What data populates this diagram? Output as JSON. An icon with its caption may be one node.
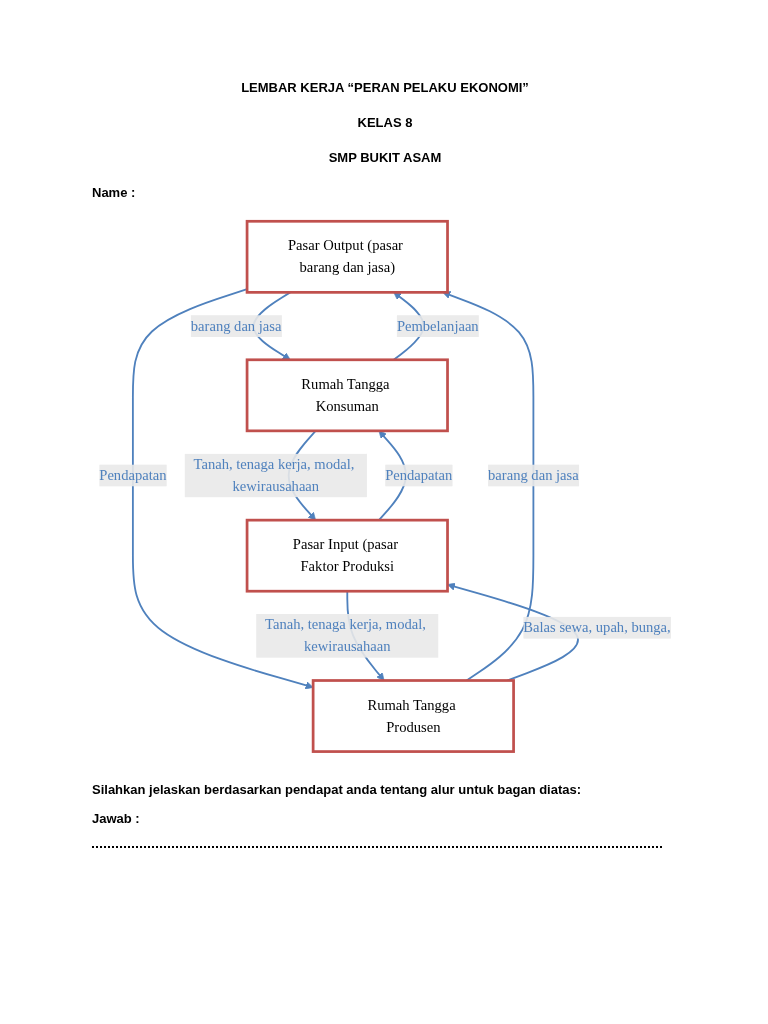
{
  "diagram": {
    "title": "LEMBAR KERJA “PERAN PELAKU EKONOMI”",
    "nodes": [
      {
        "text": [
          "Pasar Output (pasar barang dan jasa)"
        ]
      },
      {
        "text": [
          "Rumah Tangga Konsuman"
        ]
      },
      {
        "text": [
          "Rumah Tangga Produsen"
        ]
      },
      {
        "text": [
          "Pasar Input (pasar Faktor Produksi"
        ]
      }
    ],
    "edges": [
      {
        "from": 0,
        "to": 1,
        "arrow": "to",
        "label": "barang dan jasa"
      },
      {
        "from": 1,
        "to": 0,
        "arrow": "to",
        "label": "Pembelanjaan"
      },
      {
        "from": 2,
        "to": 0,
        "arrow": "to",
        "label": "barang dan jasa"
      },
      {
        "from": 0,
        "to": 2,
        "arrow": "to",
        "label": "Pendapatan"
      },
      {
        "from": 3,
        "to": 1,
        "arrow": "to",
        "label": "Pendapatan"
      },
      {
        "from": 1,
        "to": 3,
        "arrow": "to",
        "label": "Tanah, tenaga kerja, modal, kewirausahaan"
      },
      {
        "from": 2,
        "to": 3,
        "arrow": "to",
        "label": "Balas sewa, upah, bunga,"
      },
      {
        "from": 3,
        "to": 2,
        "arrow": "to",
        "label": "Tanah, tenaga kerja, modal, kewirausahaan"
      }
    ],
    "labels": [
      "KELAS 8",
      "SMP BUKIT ASAM",
      "Name :",
      "Silahkan jelaskan berdasarkan pendapat anda tentang alur untuk bagan diatas:",
      "Jawab :"
    ]
  }
}
